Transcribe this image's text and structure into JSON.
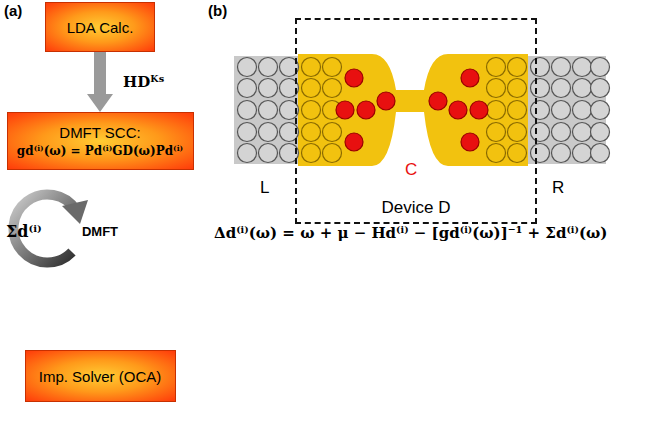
{
  "diagram": {
    "nodes": [
      {
        "text": [
          "LDA Calc."
        ]
      },
      {
        "text": [
          "DMFT SCC:",
          "gd⁽ⁱ⁾(ω) = Pd⁽ⁱ⁾GD(ω)Pd⁽ⁱ⁾"
        ]
      },
      {
        "text": [
          "DMFT"
        ]
      },
      {
        "text": [
          "Imp. Solver (OCA)"
        ]
      },
      {
        "text": [
          "Device D"
        ]
      }
    ],
    "edges": [
      {
        "from": 0,
        "to": 1,
        "label": "HDᴷˢ",
        "arrow": "to"
      }
    ],
    "labels": [
      "(a)",
      "(b)",
      "Σd⁽ⁱ⁾",
      "Δd⁽ⁱ⁾(ω) = ω + μ − Hd⁽ⁱ⁾ − [gd⁽ⁱ⁾(ω)]⁻¹ + Σd⁽ⁱ⁾(ω)",
      "L",
      "R",
      "C"
    ]
  }
}
